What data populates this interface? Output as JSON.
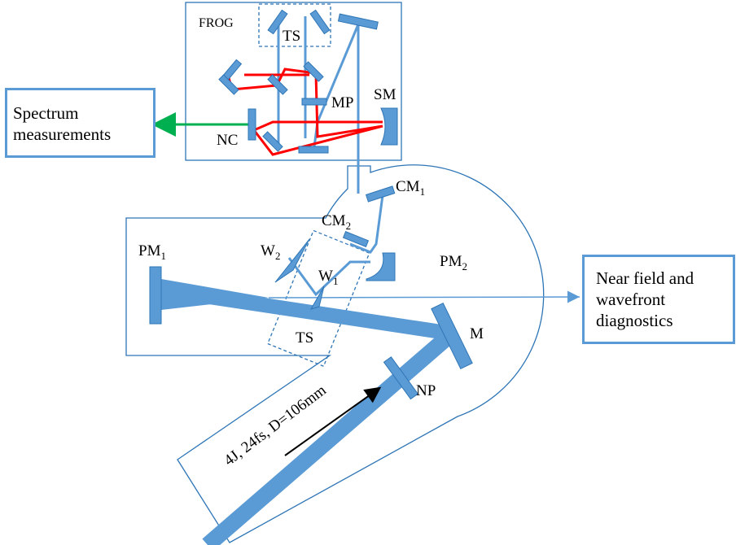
{
  "colors": {
    "beam": "#5b9bd5",
    "mirror": "#5b9bd5",
    "outline": "#2e75b6",
    "frog_beam": "#ff0000",
    "spectrum_arrow": "#00b050"
  },
  "labels": {
    "frog": "FROG",
    "ts_top": "TS",
    "mp": "MP",
    "sm": "SM",
    "nc": "NC",
    "cm1": "CM",
    "cm1_sub": "1",
    "cm2": "CM",
    "cm2_sub": "2",
    "pm1": "PM",
    "pm1_sub": "1",
    "pm2": "PM",
    "pm2_sub": "2",
    "w2": "W",
    "w2_sub": "2",
    "w1": "W",
    "w1_sub": "1",
    "ts_bottom": "TS",
    "m": "M",
    "np": "NP",
    "beam_params": "4J, 24fs, D=106mm"
  },
  "boxes": {
    "spectrum_line1": "Spectrum",
    "spectrum_line2": "measurements",
    "nearfield_line1": "Near field and",
    "nearfield_line2": "wavefront",
    "nearfield_line3": "diagnostics"
  }
}
